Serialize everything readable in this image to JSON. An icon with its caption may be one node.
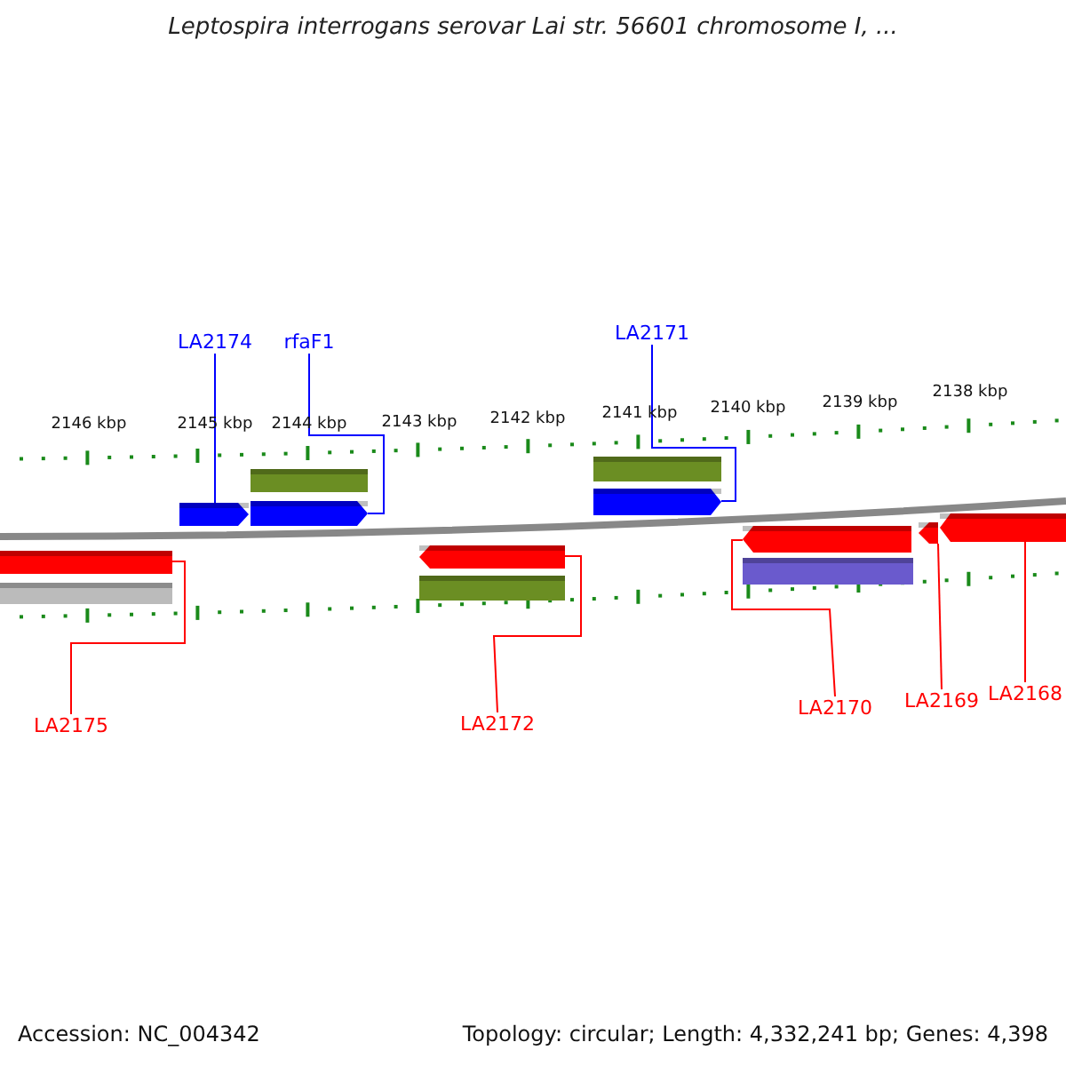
{
  "diagram": {
    "title": "Leptospira interrogans serovar Lai str. 56601 chromosome I, ...",
    "nodes": [
      {
        "text": [
          "LA2174"
        ]
      },
      {
        "text": [
          "rfaF1"
        ]
      },
      {
        "text": [
          "LA2171"
        ]
      },
      {
        "text": [
          "LA2175"
        ]
      },
      {
        "text": [
          "LA2172"
        ]
      },
      {
        "text": [
          "LA2170"
        ]
      },
      {
        "text": [
          "LA2169"
        ]
      },
      {
        "text": [
          "LA2168"
        ]
      },
      {
        "text": [],
        "shape": "arrow"
      },
      {
        "text": [],
        "shape": "bar"
      },
      {
        "text": [],
        "shape": "arrow"
      },
      {
        "text": [],
        "shape": "bar"
      },
      {
        "text": [],
        "shape": "arrow"
      },
      {
        "text": [],
        "shape": "arrow"
      },
      {
        "text": [],
        "shape": "bar"
      },
      {
        "text": [],
        "shape": "bar"
      },
      {
        "text": [],
        "shape": "arrow"
      },
      {
        "text": [],
        "shape": "arrow"
      },
      {
        "text": [],
        "shape": "bar"
      },
      {
        "text": [],
        "shape": "arrow"
      },
      {
        "text": [],
        "shape": "arrow"
      }
    ],
    "edges": [
      {
        "from": 0,
        "to": 10,
        "arrow": "none",
        "color": "#0000ff"
      },
      {
        "from": 1,
        "to": 12,
        "arrow": "none",
        "color": "#0000ff"
      },
      {
        "from": 2,
        "to": 16,
        "arrow": "none",
        "color": "#0000ff"
      },
      {
        "from": 3,
        "to": 8,
        "arrow": "none"
      },
      {
        "from": 4,
        "to": 13,
        "arrow": "none"
      },
      {
        "from": 5,
        "to": 17,
        "arrow": "none"
      },
      {
        "from": 6,
        "to": 19,
        "arrow": "none"
      },
      {
        "from": 7,
        "to": 20,
        "arrow": "none"
      }
    ],
    "labels": [
      "2146 kbp",
      "2145 kbp",
      "2144 kbp",
      "2143 kbp",
      "2142 kbp",
      "2141 kbp",
      "2140 kbp",
      "2139 kbp",
      "2138 kbp",
      "Accession: NC_004342",
      "Topology: circular; Length: 4,332,241 bp; Genes: 4,398"
    ]
  }
}
